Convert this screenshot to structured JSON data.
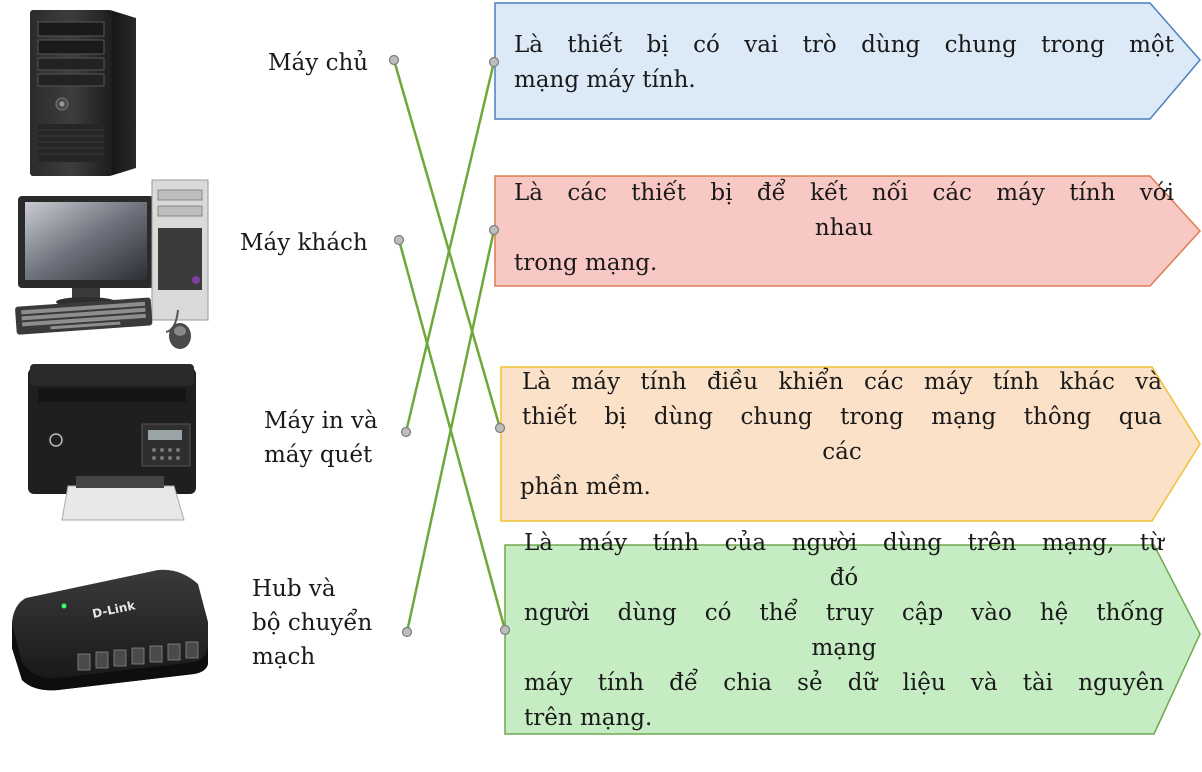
{
  "colors": {
    "line": "#6fa83a",
    "dot_fill": "#bdbdbd",
    "dot_stroke": "#7d7d7d",
    "box_blue_fill": "#dce9f6",
    "box_blue_stroke": "#4f7fc0",
    "box_red_fill": "#f8c8c4",
    "box_red_stroke": "#e07b54",
    "box_orange_fill": "#fbe1c8",
    "box_orange_stroke": "#f1c232",
    "box_green_fill": "#c5ecc2",
    "box_green_stroke": "#70a84e"
  },
  "devices": [
    {
      "name": "Máy chủ",
      "lines": [
        "Máy chủ"
      ],
      "icon": "server-tower-icon"
    },
    {
      "name": "Máy khách",
      "lines": [
        "Máy khách"
      ],
      "icon": "desktop-computer-icon"
    },
    {
      "name": "Máy in và máy quét",
      "lines": [
        "Máy in và",
        "máy quét"
      ],
      "icon": "printer-scanner-icon"
    },
    {
      "name": "Hub và bộ chuyển mạch",
      "lines": [
        "Hub và",
        "bộ chuyển",
        "mạch"
      ],
      "icon": "network-hub-icon",
      "hub_brand": "D-Link"
    }
  ],
  "descriptions": [
    {
      "lines": [
        "Là thiết bị có vai trò dùng chung trong một",
        "mạng máy tính."
      ]
    },
    {
      "lines": [
        "Là các thiết bị để kết nối các máy tính với",
        "nhau",
        "trong mạng."
      ]
    },
    {
      "lines": [
        "Là máy tính điều khiển các máy tính khác và",
        "thiết bị dùng chung trong mạng thông qua",
        "các",
        "phần mềm."
      ]
    },
    {
      "lines": [
        "Là máy tính của người dùng trên mạng, từ",
        "đó",
        "người dùng có thể truy cập vào hệ thống",
        "mạng",
        "máy tính để chia sẻ dữ liệu và tài nguyên",
        "trên mạng."
      ]
    }
  ],
  "connections": [
    {
      "from": "Máy chủ",
      "to": 2
    },
    {
      "from": "Máy khách",
      "to": 3
    },
    {
      "from": "Máy in và máy quét",
      "to": 0
    },
    {
      "from": "Hub và bộ chuyển mạch",
      "to": 1
    }
  ]
}
